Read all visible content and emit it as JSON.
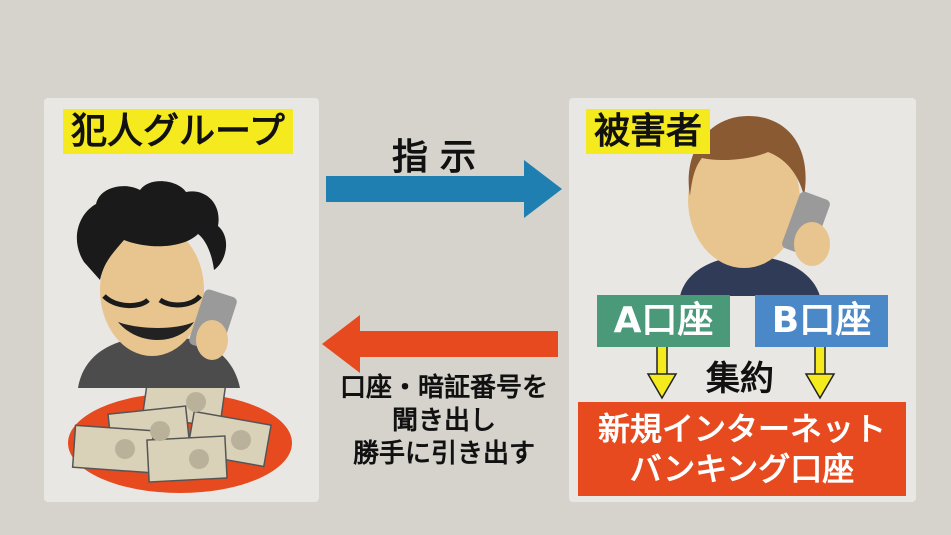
{
  "criminal_group_label": "犯人グループ",
  "victim_label": "被害者",
  "instruction_label": "指示",
  "info_lines": [
    "口座・暗証番号を",
    "聞き出し",
    "勝手に引き出す"
  ],
  "account_a": "A口座",
  "account_b": "B口座",
  "consolidate_label": "集約",
  "new_account_lines": [
    "新規インターネット",
    "バンキング口座"
  ],
  "colors": {
    "background": "#d6d3cc",
    "panel": "#e8e7e3",
    "label_yellow": "#f4ea1e",
    "arrow_blue": "#1f7fb0",
    "arrow_red": "#e74a1e",
    "account_a_green": "#4a9a79",
    "account_b_blue": "#4a88c7",
    "new_account_red": "#e74a1e",
    "down_arrow_yellow": "#f4ea1e"
  },
  "icons": [
    "criminal-figure-icon",
    "victim-figure-icon",
    "phone-icon",
    "cash-bundle-icon",
    "arrow-right-icon",
    "arrow-left-icon",
    "arrow-down-icon"
  ]
}
